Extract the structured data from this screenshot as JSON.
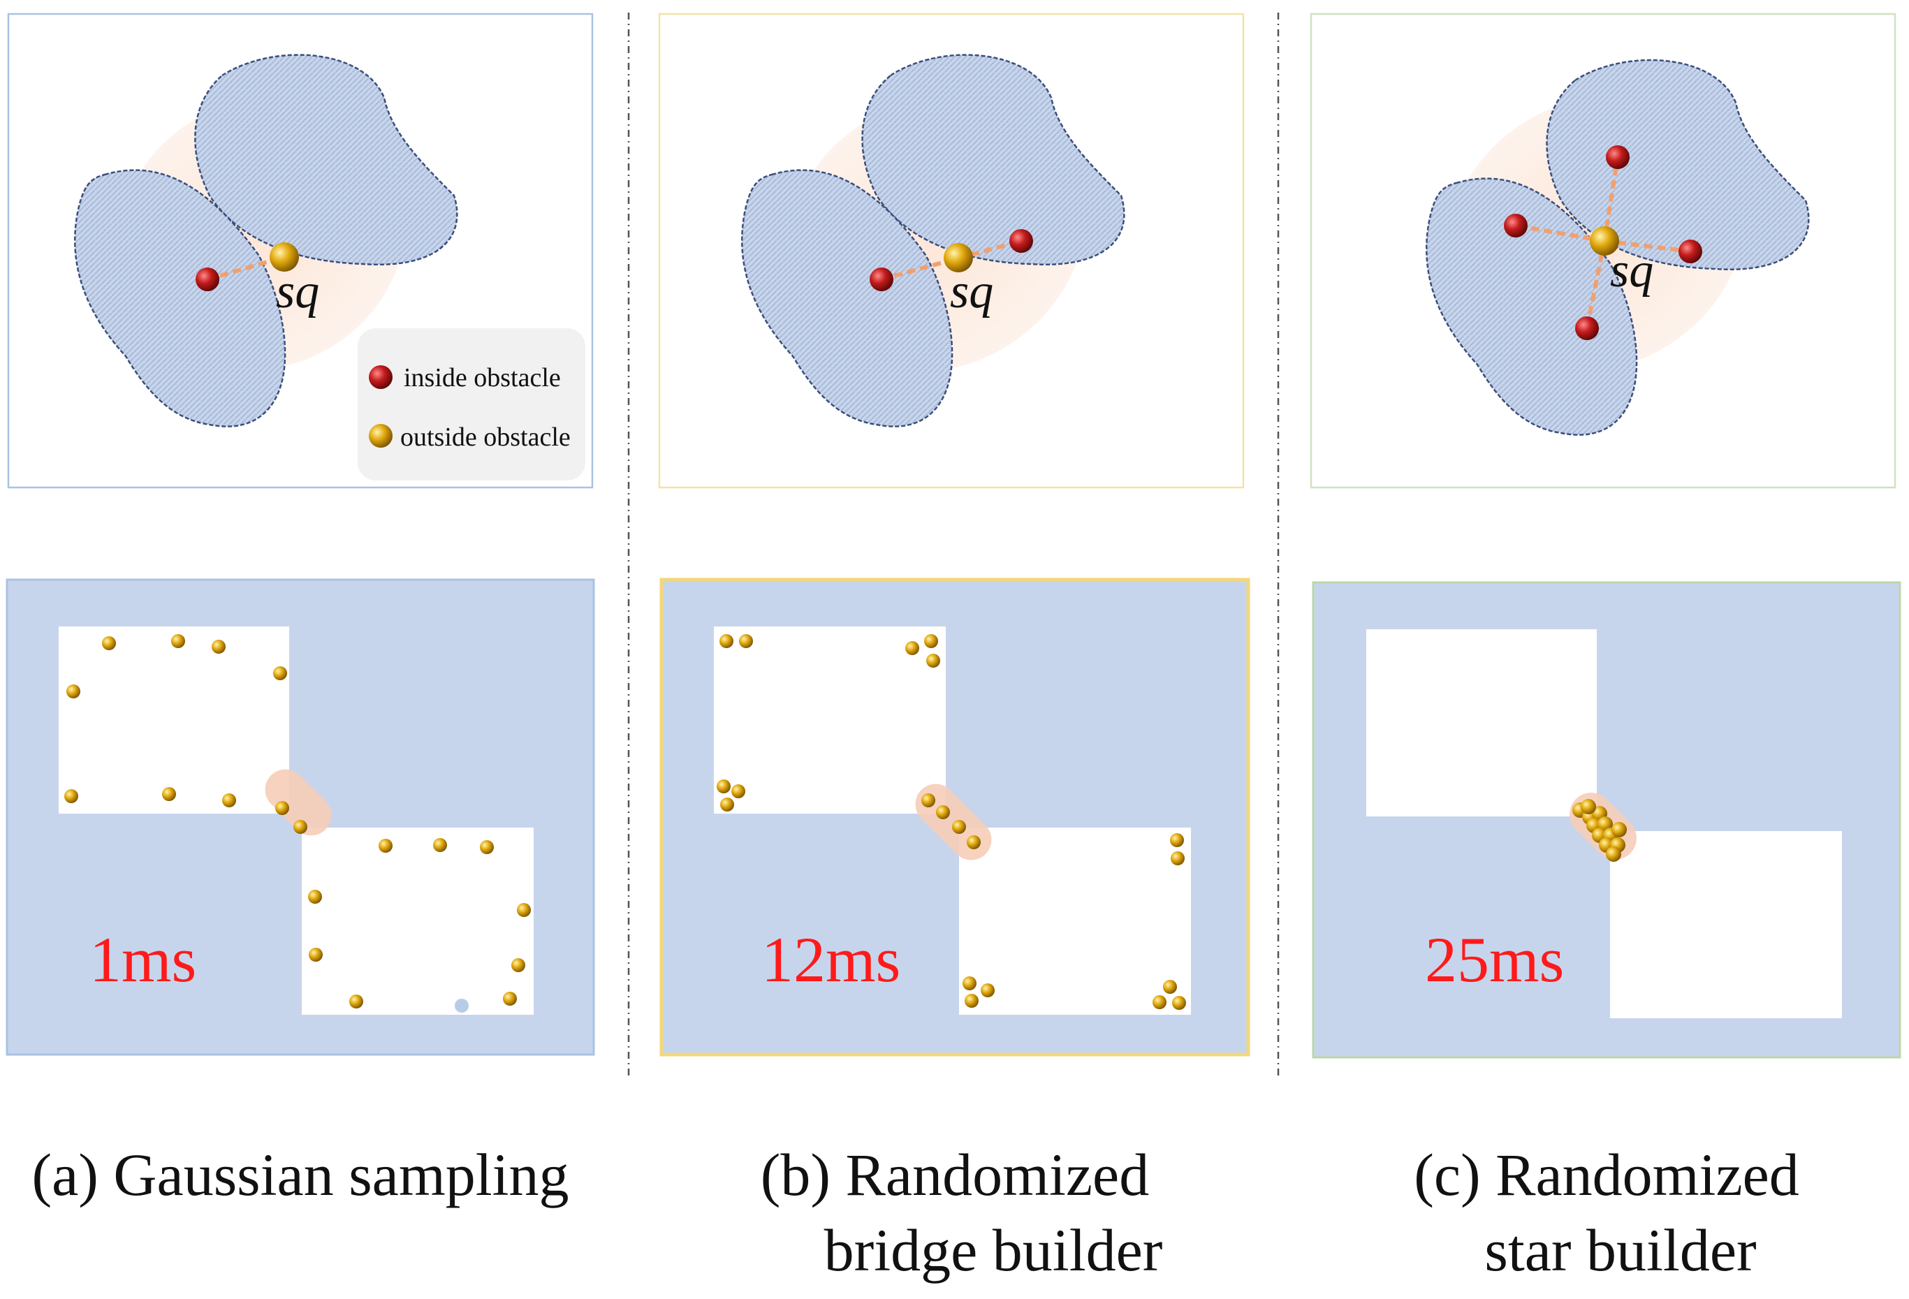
{
  "legend": {
    "inside_label": "inside obstacle",
    "outside_label": "outside obstacle"
  },
  "panels": [
    {
      "key": "a",
      "query_label": "sq",
      "time_label": "1ms",
      "caption_line1": "(a) Gaussian sampling",
      "caption_line2": ""
    },
    {
      "key": "b",
      "query_label": "sq",
      "time_label": "12ms",
      "caption_line1": "(b) Randomized",
      "caption_line2": "bridge builder"
    },
    {
      "key": "c",
      "query_label": "sq",
      "time_label": "25ms",
      "caption_line1": "(c) Randomized",
      "caption_line2": "star builder"
    }
  ],
  "colors": {
    "obstacle_fill": "#c9d6ec",
    "obstacle_stroke": "#3b4e7a",
    "inside_sample": "#b01818",
    "outside_sample": "#e0a810",
    "gaussian_halo": "#fbe9df",
    "edge_dash": "#f0a070",
    "time_text": "#ff1a1a",
    "frame_a": "#9fbbe0",
    "frame_b": "#f2d77a",
    "frame_c": "#bcd6a8"
  }
}
